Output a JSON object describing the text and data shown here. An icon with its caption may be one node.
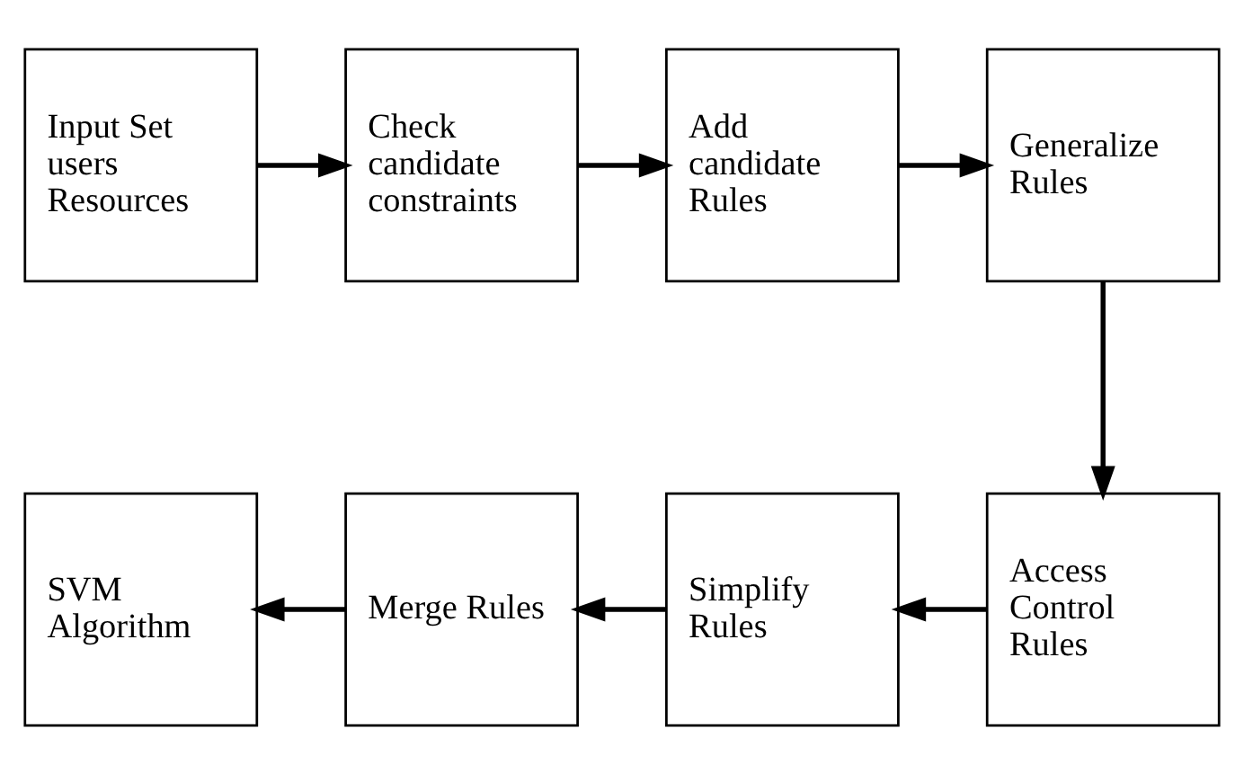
{
  "diagram": {
    "nodes": [
      {
        "text": [
          "Input Set users Resources"
        ]
      },
      {
        "text": [
          "Check candidate constraints"
        ]
      },
      {
        "text": [
          "Add candidate Rules"
        ]
      },
      {
        "text": [
          "Generalize Rules"
        ]
      },
      {
        "text": [
          "SVM Algorithm"
        ]
      },
      {
        "text": [
          "Merge Rules"
        ]
      },
      {
        "text": [
          "Simplify Rules"
        ]
      },
      {
        "text": [
          "Access Control Rules"
        ]
      }
    ],
    "edges": [
      {
        "from": 0,
        "to": 1,
        "arrow": "to"
      },
      {
        "from": 1,
        "to": 2,
        "arrow": "to"
      },
      {
        "from": 2,
        "to": 3,
        "arrow": "to"
      },
      {
        "from": 3,
        "to": 7,
        "arrow": "to"
      },
      {
        "from": 7,
        "to": 6,
        "arrow": "to"
      },
      {
        "from": 6,
        "to": 5,
        "arrow": "to"
      },
      {
        "from": 5,
        "to": 4,
        "arrow": "to"
      }
    ]
  }
}
